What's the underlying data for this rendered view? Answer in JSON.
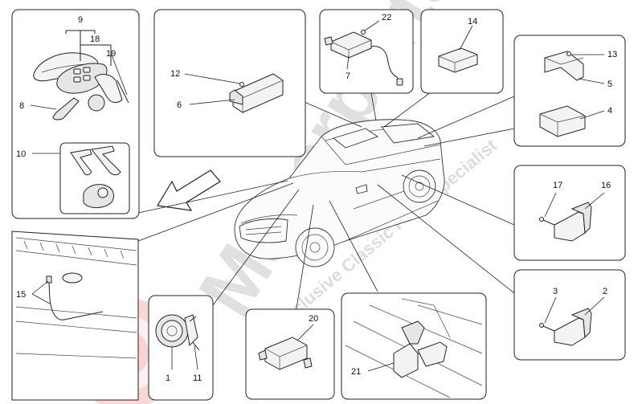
{
  "callouts": {
    "c1": "1",
    "c2": "2",
    "c3": "3",
    "c4": "4",
    "c5": "5",
    "c6": "6",
    "c7": "7",
    "c8": "8",
    "c9": "9",
    "c10": "10",
    "c11": "11",
    "c12": "12",
    "c13": "13",
    "c14": "14",
    "c15": "15",
    "c16": "16",
    "c17": "17",
    "c18": "18",
    "c19": "19",
    "c20": "20",
    "c21": "21",
    "c22": "22"
  },
  "watermark": {
    "brand": "Maserparts",
    "tagline": "Exclusive Classic Parts specialist"
  },
  "colors": {
    "watermark_gray": "#d6d6d6",
    "watermark_red": "#f2b7b7",
    "line": "#222222"
  }
}
